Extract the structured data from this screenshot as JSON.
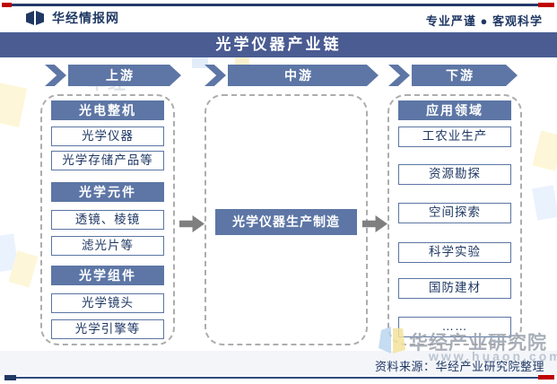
{
  "header": {
    "brand": "华经情报网",
    "slogan": "专业严谨 ● 客观科学"
  },
  "title": "光学仪器产业链",
  "stages": [
    {
      "label": "上游"
    },
    {
      "label": "中游"
    },
    {
      "label": "下游"
    }
  ],
  "upstream": {
    "groups": [
      {
        "header": "光电整机",
        "items": [
          "光学仪器",
          "光学存储产品等"
        ]
      },
      {
        "header": "光学元件",
        "items": [
          "透镜、棱镜",
          "滤光片等"
        ]
      },
      {
        "header": "光学组件",
        "items": [
          "光学镜头",
          "光学引擎等"
        ]
      }
    ]
  },
  "midstream": {
    "box": "光学仪器生产制造"
  },
  "downstream": {
    "header": "应用领域",
    "items": [
      "工农业生产",
      "资源勘探",
      "空间探索",
      "科学实验",
      "国防建材",
      "……"
    ]
  },
  "footer": {
    "source": "资料来源：华经产业研究院整理"
  },
  "watermark": {
    "name": "华经产业研究院",
    "site": "www.huaon.com",
    "faint": "华经"
  },
  "colors": {
    "navy": "#1f3864",
    "title_bar": "#4a5c92",
    "slate": "#5d76a5",
    "arrow_gray": "#7f7f7f",
    "accent_red": "#c00000"
  }
}
